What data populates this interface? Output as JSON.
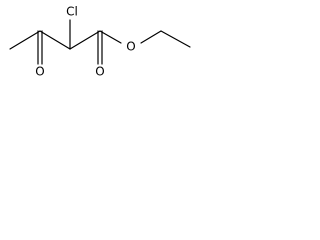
{
  "molecule": {
    "atoms": {
      "chlorine": "Cl",
      "ketone_oxygen": "O",
      "ester_carbonyl_oxygen": "O",
      "ester_ether_oxygen": "O"
    },
    "colors": {
      "bond": "#000000",
      "label": "#000000",
      "background": "#ffffff"
    }
  }
}
